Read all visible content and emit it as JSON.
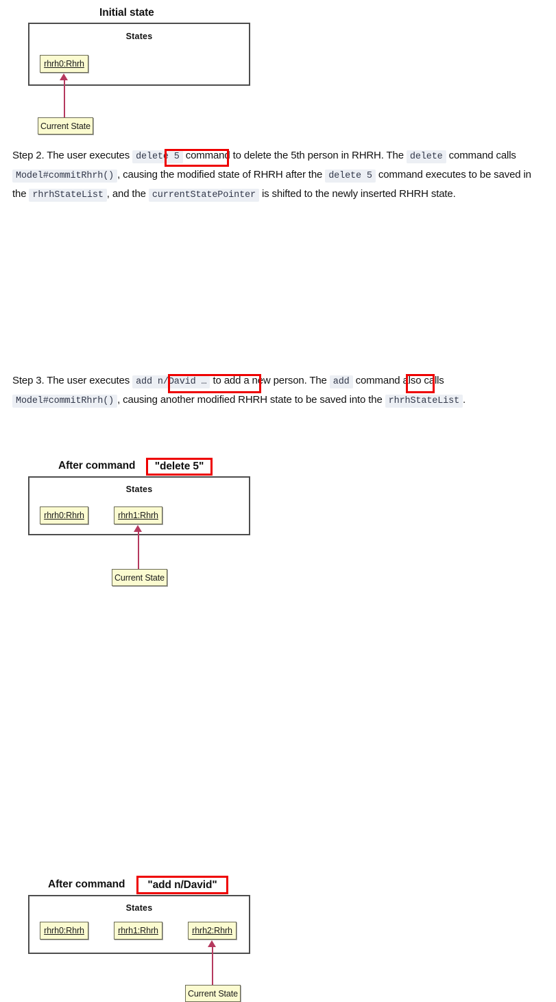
{
  "diagram1": {
    "title": "Initial state",
    "frame_label": "States",
    "objects": [
      {
        "label": "rhrh0:Rhrh"
      }
    ],
    "note": "Current State"
  },
  "step2": {
    "segments": [
      {
        "type": "text",
        "text": "Step 2. The user executes "
      },
      {
        "type": "code",
        "text": "delete 5"
      },
      {
        "type": "text",
        "text": " command to delete the 5th person in RHRH. The "
      },
      {
        "type": "code",
        "text": "delete"
      },
      {
        "type": "text",
        "text": " command calls "
      },
      {
        "type": "code",
        "text": "Model#commitRhrh()"
      },
      {
        "type": "text",
        "text": ", causing the modified state of RHRH after the "
      },
      {
        "type": "code",
        "text": "delete 5"
      },
      {
        "type": "text",
        "text": " command executes to be saved in the "
      },
      {
        "type": "code",
        "text": "rhrhStateList"
      },
      {
        "type": "text",
        "text": ", and the "
      },
      {
        "type": "code",
        "text": "currentStatePointer"
      },
      {
        "type": "text",
        "text": " is shifted to the newly inserted RHRH state."
      }
    ]
  },
  "diagram2": {
    "title_prefix": "After command",
    "title_highlight": "\"delete 5\"",
    "frame_label": "States",
    "objects": [
      {
        "label": "rhrh0:Rhrh"
      },
      {
        "label": "rhrh1:Rhrh"
      }
    ],
    "note": "Current State"
  },
  "step3": {
    "segments": [
      {
        "type": "text",
        "text": "Step 3. The user executes "
      },
      {
        "type": "code",
        "text": "add n/David …"
      },
      {
        "type": "text",
        "text": " to add a new person. The "
      },
      {
        "type": "code",
        "text": "add"
      },
      {
        "type": "text",
        "text": " command also calls "
      },
      {
        "type": "code",
        "text": "Model#commitRhrh()"
      },
      {
        "type": "text",
        "text": ", causing another modified RHRH state to be saved into the "
      },
      {
        "type": "code",
        "text": "rhrhStateList"
      },
      {
        "type": "text",
        "text": "."
      }
    ]
  },
  "diagram3": {
    "title_prefix": "After command",
    "title_highlight": "\"add n/David\"",
    "frame_label": "States",
    "objects": [
      {
        "label": "rhrh0:Rhrh"
      },
      {
        "label": "rhrh1:Rhrh"
      },
      {
        "label": "rhrh2:Rhrh"
      }
    ],
    "note": "Current State"
  },
  "colors": {
    "annotation": "#ee0000",
    "arrow": "#b5395e",
    "object_fill": "#fbfbd0",
    "object_border": "#6b6b55",
    "frame_border": "#4d4d4d",
    "code_bg": "#eceff4",
    "code_fg": "#32384a"
  }
}
